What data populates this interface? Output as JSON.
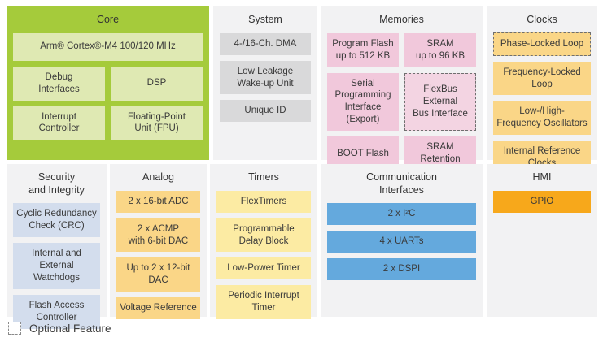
{
  "colors": {
    "panel_bg": "#f2f2f3",
    "core_panel": "#a5cb3b",
    "core_item": "#dfe9b3",
    "system_item": "#d9d9da",
    "memories_item": "#f1c8db",
    "memories_item_optional": "#f3d4e2",
    "amber_item": "#fad687",
    "timers_item": "#fceba3",
    "comm_item": "#64a9dd",
    "hmi_item": "#f7a81b",
    "security_item": "#d3dded"
  },
  "panels": {
    "core": {
      "title": "Core",
      "items": [
        {
          "label": "Arm® Cortex®-M4 100/120 MHz"
        },
        {
          "label": "Debug\nInterfaces"
        },
        {
          "label": "DSP"
        },
        {
          "label": "Interrupt\nController"
        },
        {
          "label": "Floating-Point\nUnit (FPU)"
        }
      ]
    },
    "system": {
      "title": "System",
      "items": [
        {
          "label": "4-/16-Ch. DMA"
        },
        {
          "label": "Low Leakage\nWake-up Unit"
        },
        {
          "label": "Unique ID"
        }
      ]
    },
    "memories": {
      "title": "Memories",
      "items": [
        {
          "label": "Program Flash\nup to 512 KB"
        },
        {
          "label": "SRAM\nup to 96 KB"
        },
        {
          "label": "Serial Programming\nInterface (Export)"
        },
        {
          "label": "FlexBus External\nBus Interface",
          "optional": true
        },
        {
          "label": "BOOT Flash"
        },
        {
          "label": "SRAM Retention"
        }
      ]
    },
    "clocks": {
      "title": "Clocks",
      "items": [
        {
          "label": "Phase-Locked Loop",
          "optional": true
        },
        {
          "label": "Frequency-Locked\nLoop"
        },
        {
          "label": "Low-/High-\nFrequency Oscillators"
        },
        {
          "label": "Internal Reference\nClocks"
        }
      ]
    },
    "security": {
      "title": "Security\nand Integrity",
      "items": [
        {
          "label": "Cyclic Redundancy\nCheck (CRC)"
        },
        {
          "label": "Internal and\nExternal Watchdogs"
        },
        {
          "label": "Flash Access\nController"
        }
      ]
    },
    "analog": {
      "title": "Analog",
      "items": [
        {
          "label": "2 x 16-bit ADC"
        },
        {
          "label": "2 x ACMP\nwith 6-bit DAC"
        },
        {
          "label": "Up to 2 x 12-bit DAC"
        },
        {
          "label": "Voltage Reference"
        }
      ]
    },
    "timers": {
      "title": "Timers",
      "items": [
        {
          "label": "FlexTimers"
        },
        {
          "label": "Programmable\nDelay Block"
        },
        {
          "label": "Low-Power Timer"
        },
        {
          "label": "Periodic Interrupt\nTimer"
        }
      ]
    },
    "comm": {
      "title": "Communication\nInterfaces",
      "items": [
        {
          "label": "2 x I²C"
        },
        {
          "label": "4 x UARTs"
        },
        {
          "label": "2 x DSPI"
        }
      ]
    },
    "hmi": {
      "title": "HMI",
      "items": [
        {
          "label": "GPIO"
        }
      ]
    }
  },
  "legend": {
    "label": "Optional Feature"
  }
}
